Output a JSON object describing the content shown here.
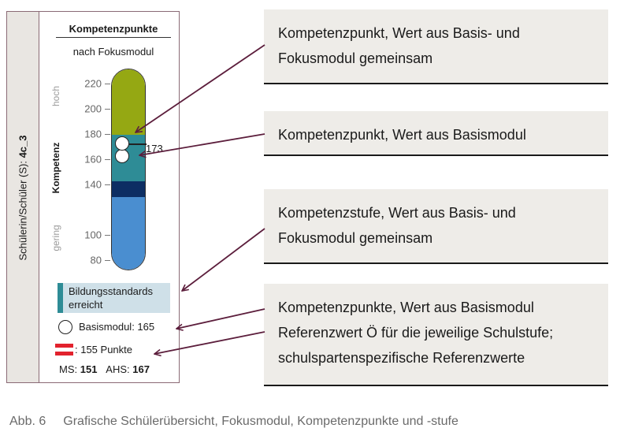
{
  "sidebar": {
    "label_prefix": "Schülerin/Schüler (S): ",
    "student_id": "4c_3"
  },
  "chart": {
    "title": "Kompetenzpunkte",
    "subtitle": "nach Fokusmodul",
    "axis_top_word": "hoch",
    "axis_bottom_word": "gering",
    "axis_label": "Kompetenz",
    "ticks": [
      "220",
      "200",
      "180",
      "160",
      "140",
      "100",
      "80"
    ],
    "point_label": "173"
  },
  "chart_data": {
    "type": "bar",
    "ylim": [
      72,
      232
    ],
    "yticks": [
      80,
      100,
      140,
      160,
      180,
      200,
      220
    ],
    "segments": [
      {
        "from": 72,
        "to": 131,
        "color": "#4a8ed0"
      },
      {
        "from": 131,
        "to": 143,
        "color": "#0d2e63"
      },
      {
        "from": 143,
        "to": 180,
        "color": "#2e8c96"
      },
      {
        "from": 180,
        "to": 232,
        "color": "#95a813"
      }
    ],
    "points": [
      {
        "value": 173,
        "kind": "Basis- und Fokusmodul"
      },
      {
        "value": 165,
        "kind": "Basismodul"
      }
    ]
  },
  "legend": {
    "standard_line1": "Bildungsstandards",
    "standard_line2": "erreicht",
    "basis": "Basismodul: 165",
    "punkte": ": 155 Punkte",
    "ms_label": "MS:",
    "ms_value": "151",
    "ahs_label": "AHS:",
    "ahs_value": "167"
  },
  "annotations": [
    {
      "lines": [
        "Kompetenzpunkt, Wert aus Basis- und",
        "Fokusmodul gemeinsam"
      ]
    },
    {
      "lines": [
        "Kompetenzpunkt, Wert aus Basismodul"
      ]
    },
    {
      "lines": [
        "Kompetenzstufe, Wert aus Basis- und",
        "Fokusmodul gemeinsam"
      ]
    },
    {
      "lines": [
        "Kompetenzpunkte, Wert aus Basismodul",
        "Referenzwert Ö für die jeweilige Schulstufe;",
        "schulspartenspezifische Referenzwerte"
      ]
    }
  ],
  "caption": {
    "number": "Abb. 6",
    "text": "Grafische Schülerübersicht, Fokusmodul, Kompetenzpunkte und -stufe"
  },
  "colors": {
    "arrow": "#5c1e3c",
    "flag_red": "#e2222d"
  }
}
